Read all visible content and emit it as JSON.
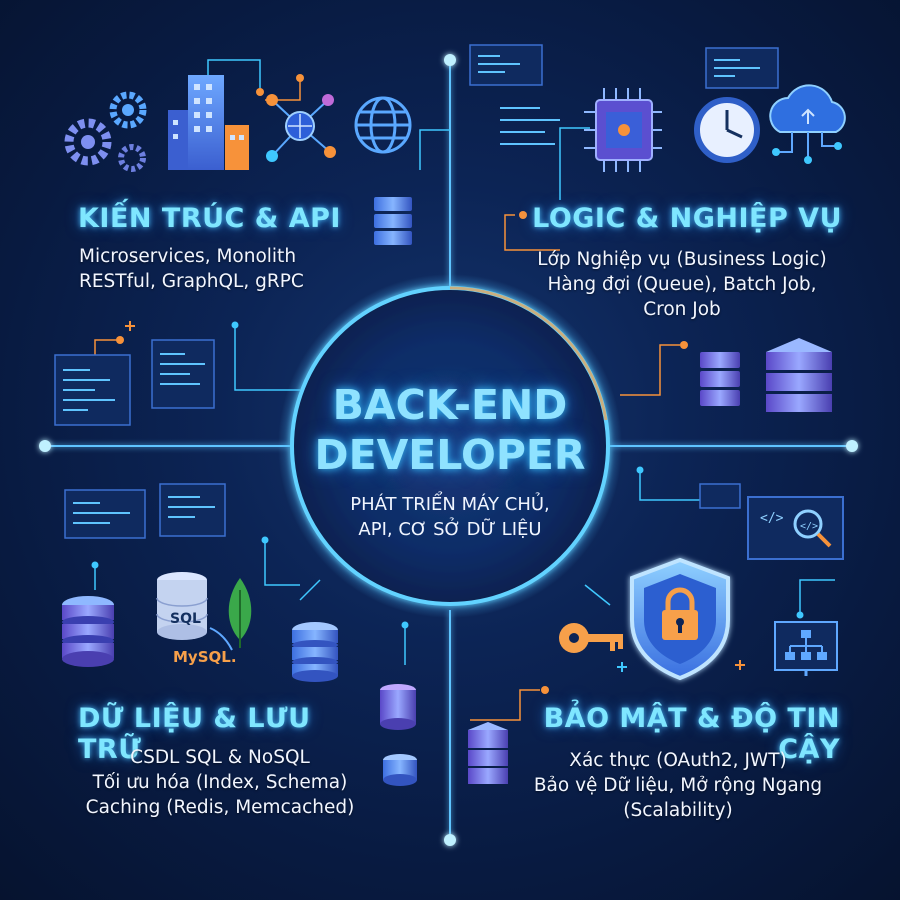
{
  "hub": {
    "title_line1": "BACK-END",
    "title_line2": "DEVELOPER",
    "subtitle_line1": "PHÁT TRIỂN MÁY CHỦ,",
    "subtitle_line2": "API, CƠ SỞ DỮ LIỆU"
  },
  "quadrants": {
    "architecture": {
      "title": "KIẾN TRÚC & API",
      "lines": [
        "Microservices, Monolith",
        "RESTful, GraphQL, gRPC"
      ],
      "icons": [
        "gears-icon",
        "buildings-icon",
        "network-icon",
        "globe-icon"
      ]
    },
    "logic": {
      "title": "LOGIC & NGHIỆP VỤ",
      "lines": [
        "Lớp Nghiệp vụ (Business Logic)",
        "Hàng đợi (Queue), Batch Job,",
        "Cron Job"
      ],
      "icons": [
        "code-window-icon",
        "cpu-chip-icon",
        "clock-icon",
        "cloud-network-icon"
      ]
    },
    "data": {
      "title": "DỮ LIỆU & LƯU TRỮ",
      "lines": [
        "CSDL SQL & NoSQL",
        "Tối ưu hóa (Index, Schema)",
        "Caching (Redis, Memcached)"
      ],
      "icons": [
        "database-icon",
        "sql-database-icon",
        "mongodb-leaf-icon",
        "mysql-logo-icon"
      ],
      "sql_label": "SQL",
      "mysql_label": "MySQL."
    },
    "security": {
      "title": "BẢO MẬT & ĐỘ TIN CẬY",
      "lines": [
        "Xác thực (OAuth2, JWT)",
        "Bảo vệ Dữ liệu, Mở rộng Ngang",
        "(Scalability)"
      ],
      "icons": [
        "key-icon",
        "shield-lock-icon",
        "code-search-icon",
        "sitemap-icon"
      ]
    }
  },
  "colors": {
    "background": "#0a1f4a",
    "title_glow": "#7fe6ff",
    "text": "#f2f6ff",
    "accent_orange": "#f7923a",
    "accent_cyan": "#3fc8ff"
  }
}
